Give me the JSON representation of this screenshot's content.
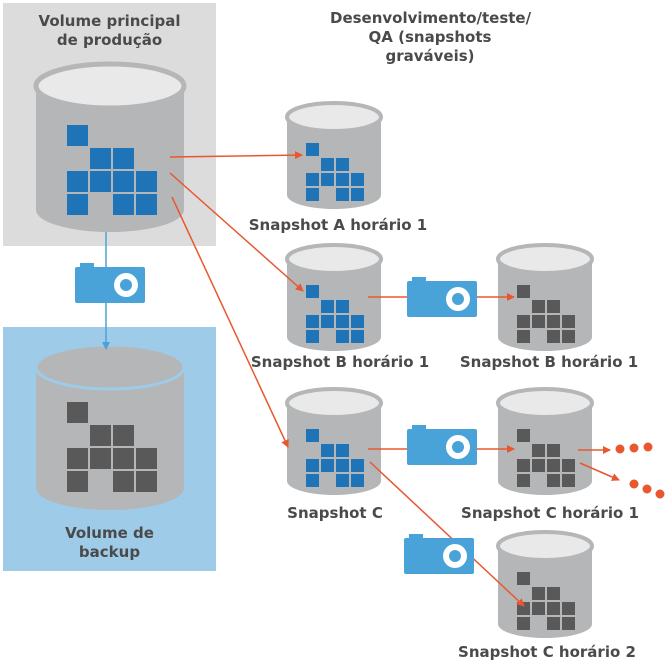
{
  "diagram": {
    "production_title": "Volume principal\nde produção",
    "backup_title": "Volume de\nbackup",
    "devtest_title": "Desenvolvimento/teste/\nQA (snapshots\ngraváveis)",
    "snapshot_a": "Snapshot A horário 1",
    "snapshot_b": "Snapshot B horário 1",
    "snapshot_b_copy": "Snapshot B horário 1",
    "snapshot_c": "Snapshot C",
    "snapshot_c_t1": "Snapshot C horário 1",
    "snapshot_c_t2": "Snapshot C horário 2"
  },
  "colors": {
    "production_panel": "#dcdcdc",
    "backup_panel": "#9dcbe8",
    "cylinder": "#b5b6b8",
    "cylinder_top": "#e9e9ea",
    "blue_block": "#1f73b7",
    "gray_block": "#595959",
    "arrow": "#e8582f",
    "camera": "#4aa3d8"
  },
  "icons": [
    "camera-icon",
    "database-cylinder-icon",
    "ellipsis-dots-icon"
  ]
}
